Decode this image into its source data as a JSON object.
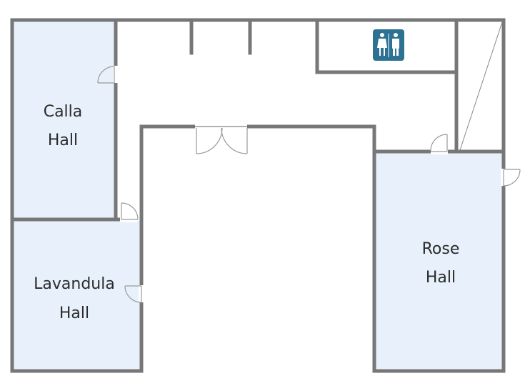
{
  "rooms": {
    "calla": {
      "line1": "Calla",
      "line2": "Hall"
    },
    "lavandula": {
      "line1": "Lavandula",
      "line2": "Hall"
    },
    "rose": {
      "line1": "Rose",
      "line2": "Hall"
    }
  },
  "restroom": {
    "icon": "restroom-icon"
  },
  "colors": {
    "wall": "#777777",
    "room_fill": "#e8f1fb",
    "door": "#999999",
    "restroom_badge": "#2d7193"
  }
}
